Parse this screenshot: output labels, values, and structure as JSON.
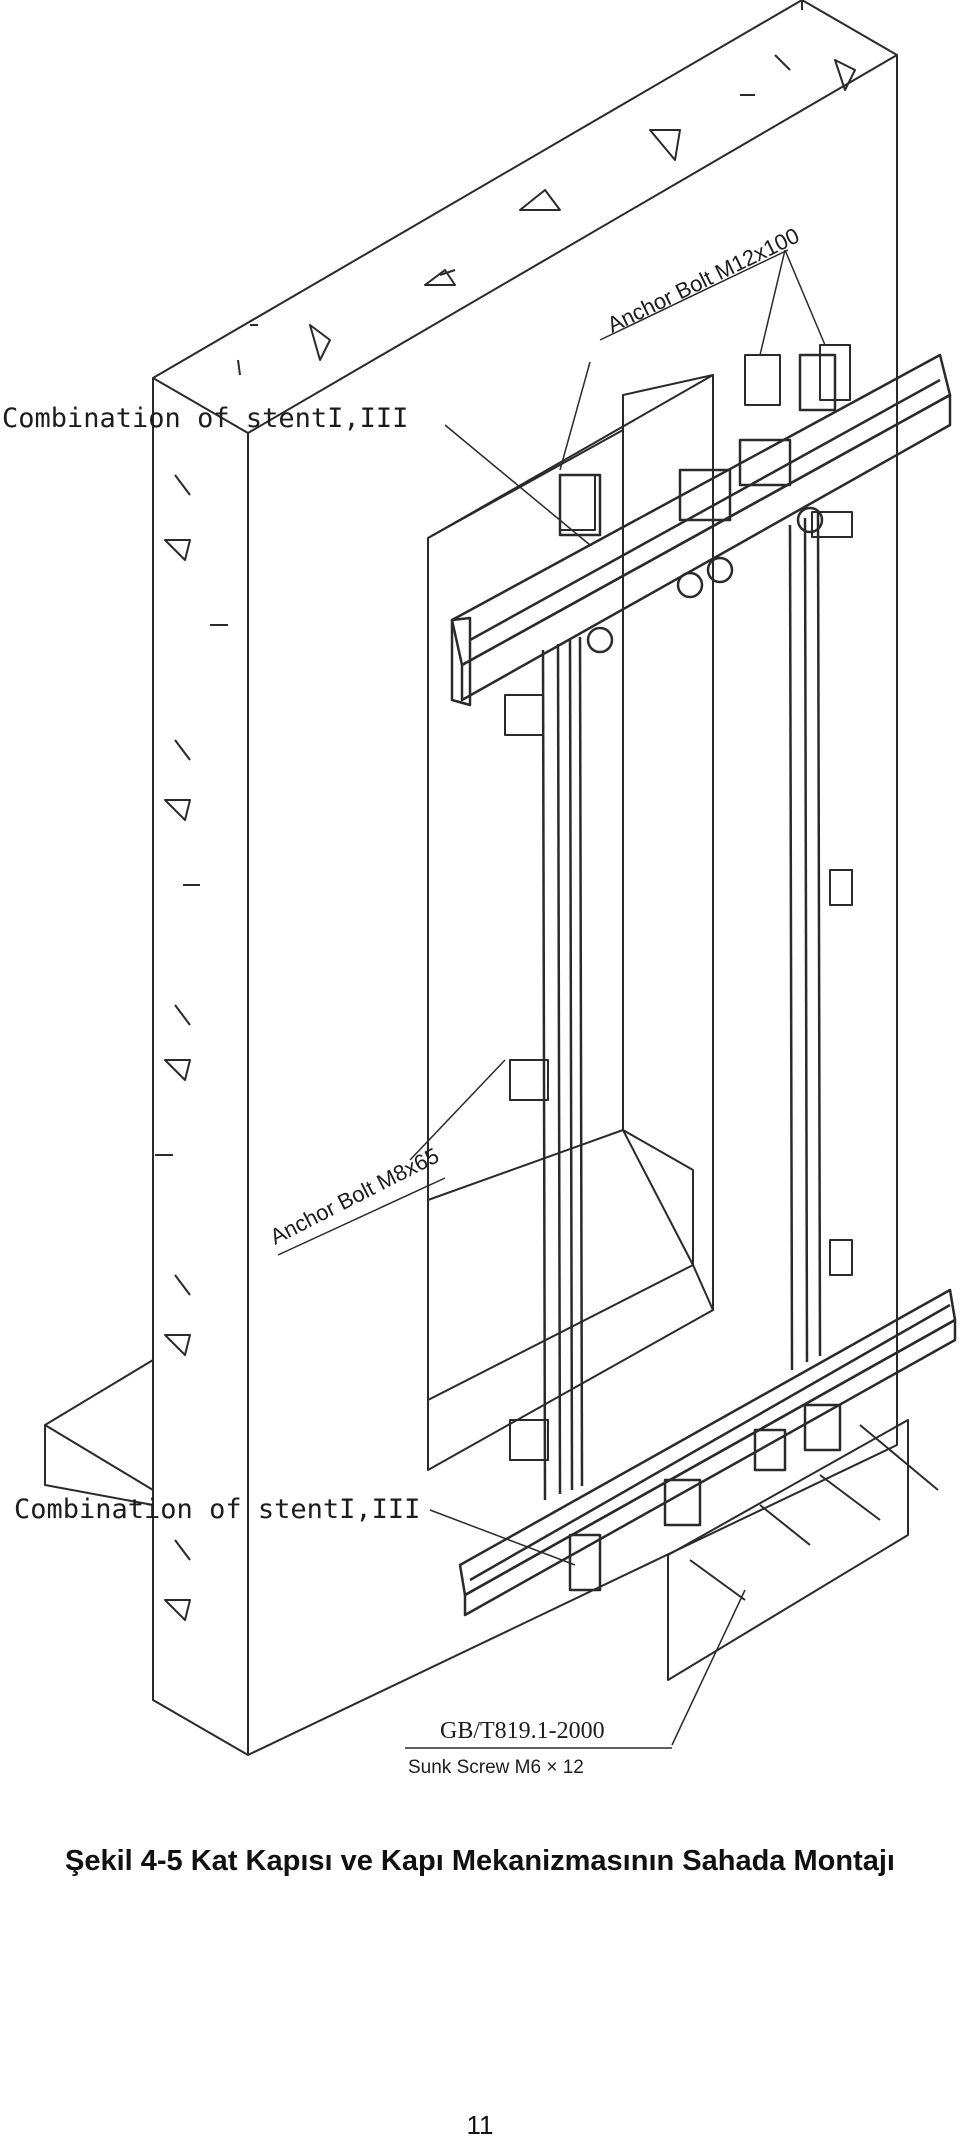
{
  "labels": {
    "combination_top": "Combination of stentI,III",
    "combination_bottom": "Combination of stentI,III",
    "anchor_bolt_top": "Anchor Bolt M12x100",
    "anchor_bolt_side": "Anchor Bolt M8x65",
    "standard": "GB/T819.1-2000",
    "sunk_screw": "Sunk Screw M6 × 12"
  },
  "caption": "Şekil 4-5 Kat Kapısı ve Kapı Mekanizmasının Sahada Montajı",
  "page_number": "11"
}
